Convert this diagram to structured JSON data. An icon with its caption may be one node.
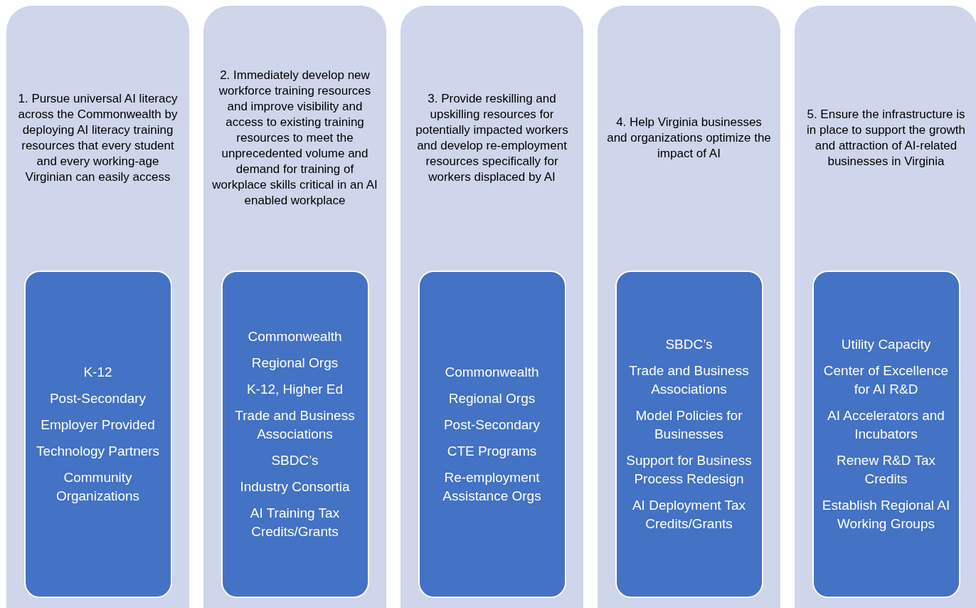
{
  "diagram": {
    "nodes": [
      {
        "text": [
          "1. Pursue universal AI literacy across the Commonwealth by deploying AI literacy training resources that every student and every working-age Virginian can easily access"
        ]
      },
      {
        "text": [
          "K-12",
          "Post-Secondary",
          "Employer Provided",
          "Technology Partners",
          "Community Organizations"
        ],
        "in": 0
      },
      {
        "text": [
          "2. Immediately develop new workforce training resources and improve visibility and access to existing training resources to meet the unprecedented volume and demand for training of workplace skills critical in an AI enabled workplace"
        ]
      },
      {
        "text": [
          "Commonwealth",
          "Regional Orgs",
          "K-12, Higher Ed",
          "Trade and Business Associations",
          "SBDC’s",
          "Industry Consortia",
          "AI Training Tax Credits/Grants"
        ],
        "in": 2
      },
      {
        "text": [
          "3. Provide reskilling and upskilling resources for potentially impacted workers and develop re-employment resources specifically for workers displaced by AI"
        ]
      },
      {
        "text": [
          "Commonwealth",
          "Regional Orgs",
          "Post-Secondary",
          "CTE Programs",
          "Re-employment Assistance Orgs"
        ],
        "in": 4
      },
      {
        "text": [
          "4. Help Virginia businesses and organizations optimize the impact of AI"
        ]
      },
      {
        "text": [
          "SBDC’s",
          "Trade and Business Associations",
          "Model Policies for Businesses",
          "Support for Business Process Redesign",
          "AI Deployment Tax Credits/Grants"
        ],
        "in": 6
      },
      {
        "text": [
          "5. Ensure the infrastructure is in place to support the growth and attraction of AI-related businesses in Virginia"
        ]
      },
      {
        "text": [
          "Utility Capacity",
          "Center of Excellence for AI R&D",
          "AI Accelerators and Incubators",
          "Renew R&D Tax Credits",
          "Establish Regional AI Working Groups"
        ],
        "in": 8
      }
    ]
  }
}
